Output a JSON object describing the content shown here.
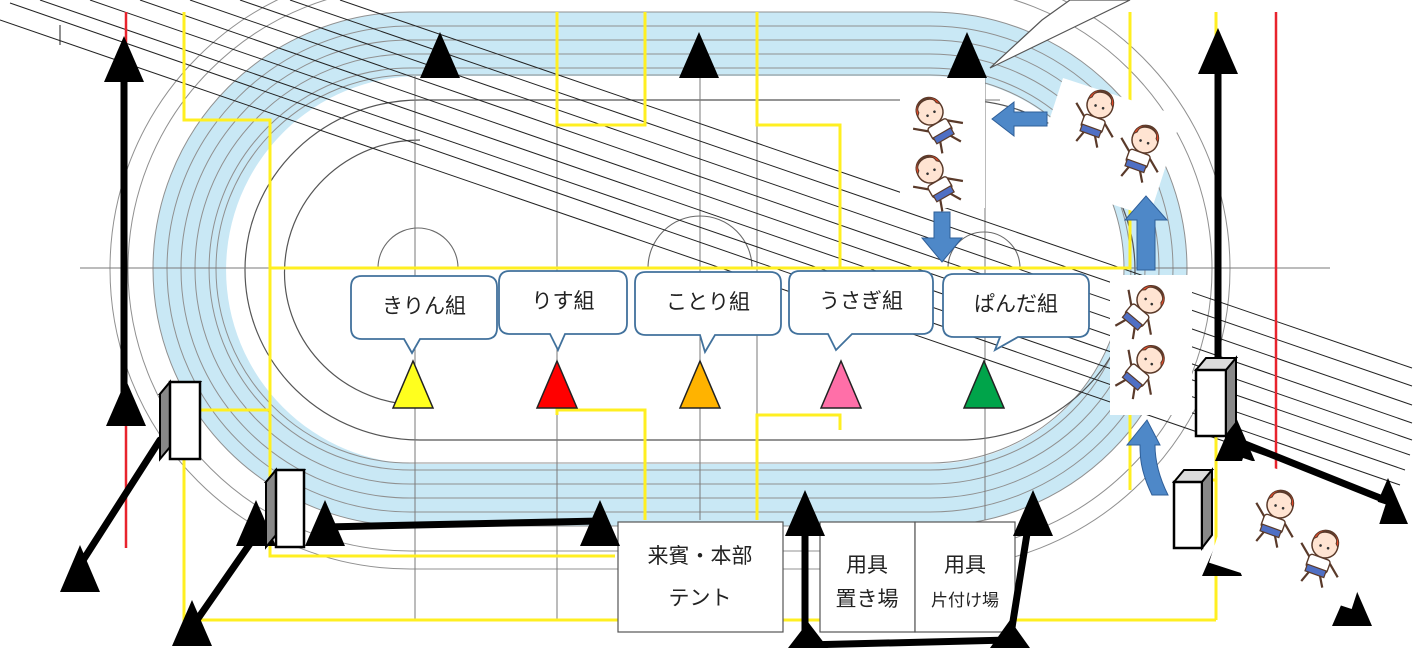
{
  "colors": {
    "track": "#c9e8f5",
    "boundary": "#ffef21",
    "edge": "#e8232d",
    "bubble_border": "#41719c",
    "arrow": "#4e88c8",
    "marker": "#000000"
  },
  "groups": [
    {
      "label": "きりん組",
      "color": "#ffff1e"
    },
    {
      "label": "りす組",
      "color": "#ff0000"
    },
    {
      "label": "ことり組",
      "color": "#ffb300"
    },
    {
      "label": "うさぎ組",
      "color": "#ff6fa8"
    },
    {
      "label": "ぱんだ組",
      "color": "#00a44a"
    }
  ],
  "tent": {
    "line1": "来賓・本部",
    "line2": "テント"
  },
  "equipment_placement": {
    "line1": "用具",
    "line2": "置き場"
  },
  "equipment_cleanup": {
    "line1": "用具",
    "line2": "片付け場"
  },
  "icons": {
    "arrows": "blue-block-arrow",
    "markers": "black-triangle-marker",
    "children": "child-waving-icon",
    "gates": "gate-pillar-icon"
  }
}
